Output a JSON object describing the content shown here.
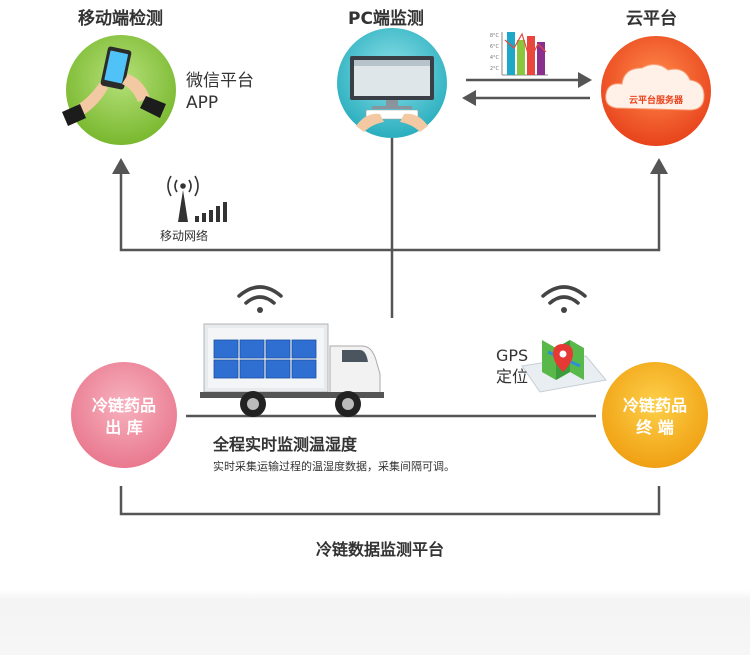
{
  "nodes": {
    "mobile": {
      "title": "移动端检测",
      "caption_line1": "微信平台",
      "caption_line2": "APP"
    },
    "pc": {
      "title": "PC端监测"
    },
    "cloud": {
      "title": "云平台",
      "badge": "云平台服务器"
    },
    "network": {
      "label": "移动网络"
    },
    "warehouse": {
      "line1": "冷链药品",
      "line2": "出 库"
    },
    "terminal": {
      "line1": "冷链药品",
      "line2": "终 端"
    },
    "gps": {
      "line1": "GPS",
      "line2": "定位"
    }
  },
  "transport": {
    "heading": "全程实时监测温湿度",
    "description": "实时采集运输过程的温湿度数据，采集间隔可调。"
  },
  "platform": {
    "label": "冷链数据监测平台"
  },
  "chart_icon": {
    "ticks": [
      "8°C",
      "6°C",
      "4°C",
      "2°C"
    ]
  },
  "colors": {
    "green": "#8cc63f",
    "teal": "#35b7c6",
    "orange": "#ef5a24",
    "pink": "#ef8ea0",
    "yellow": "#f5b21a",
    "line": "#555555"
  }
}
